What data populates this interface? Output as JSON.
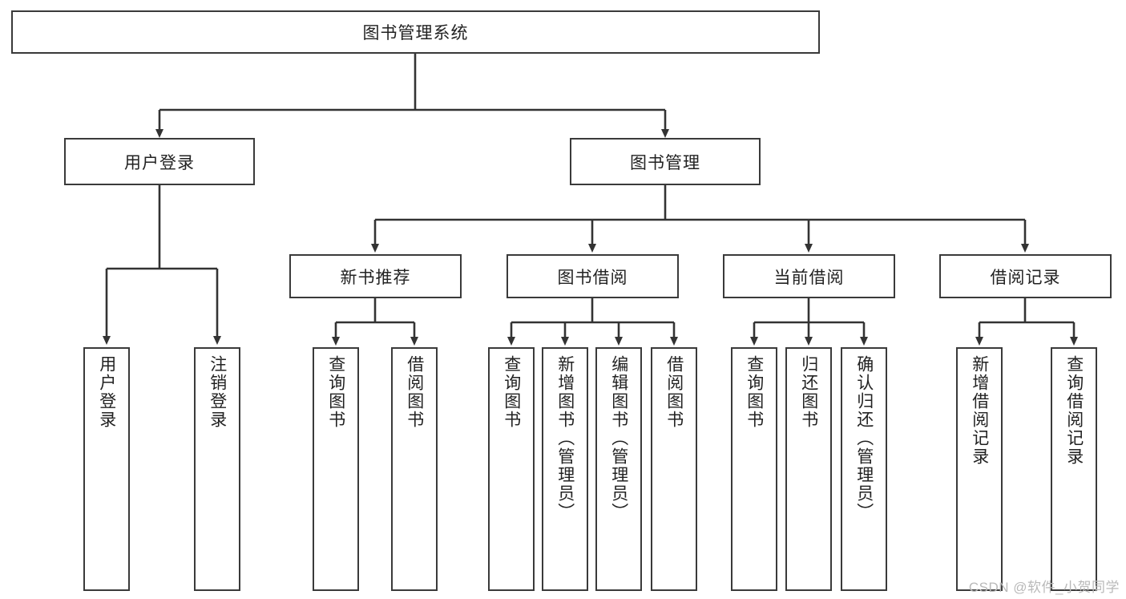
{
  "diagram": {
    "title": "图书管理系统",
    "type": "functional-hierarchy-tree",
    "orientation": "top-down",
    "colors": {
      "box_border": "#3a3a3a",
      "box_fill": "#ffffff",
      "connector": "#333333",
      "text": "#222222",
      "watermark": "#b9b9b9",
      "background": "#ffffff"
    },
    "root": {
      "label": "图书管理系统",
      "text_direction": "horizontal"
    },
    "level2": [
      {
        "label": "用户登录",
        "text_direction": "horizontal"
      },
      {
        "label": "图书管理",
        "text_direction": "horizontal"
      }
    ],
    "level3": [
      {
        "label": "新书推荐",
        "text_direction": "horizontal"
      },
      {
        "label": "图书借阅",
        "text_direction": "horizontal"
      },
      {
        "label": "当前借阅",
        "text_direction": "horizontal"
      },
      {
        "label": "借阅记录",
        "text_direction": "horizontal"
      }
    ],
    "leaves": {
      "user_login": [
        {
          "label": "用户登录",
          "text_direction": "vertical"
        },
        {
          "label": "注销登录",
          "text_direction": "vertical"
        }
      ],
      "new_book_recommend": [
        {
          "label": "查询图书",
          "text_direction": "vertical"
        },
        {
          "label": "借阅图书",
          "text_direction": "vertical"
        }
      ],
      "book_borrow": [
        {
          "label": "查询图书",
          "text_direction": "vertical"
        },
        {
          "label": "新增图书（管理员）",
          "text_direction": "vertical"
        },
        {
          "label": "编辑图书（管理员）",
          "text_direction": "vertical"
        },
        {
          "label": "借阅图书",
          "text_direction": "vertical"
        }
      ],
      "current_borrow": [
        {
          "label": "查询图书",
          "text_direction": "vertical"
        },
        {
          "label": "归还图书",
          "text_direction": "vertical"
        },
        {
          "label": "确认归还（管理员）",
          "text_direction": "vertical"
        }
      ],
      "borrow_record": [
        {
          "label": "新增借阅记录",
          "text_direction": "vertical"
        },
        {
          "label": "查询借阅记录",
          "text_direction": "vertical"
        }
      ]
    },
    "watermark": "CSDN @软件_小贺同学"
  }
}
